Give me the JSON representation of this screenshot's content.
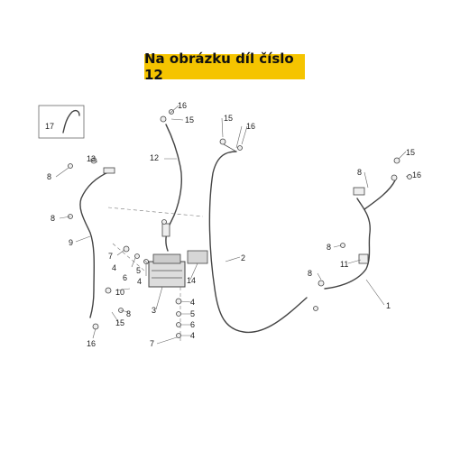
{
  "banner": {
    "text": "Na obrázku díl číslo 12",
    "background": "#f5c400"
  },
  "inset": {
    "label": "17"
  },
  "callouts": [
    "16",
    "15",
    "12",
    "15",
    "16",
    "13",
    "8",
    "8",
    "9",
    "7",
    "4",
    "6",
    "5",
    "4",
    "10",
    "15",
    "8",
    "16",
    "3",
    "4",
    "5",
    "6",
    "4",
    "7",
    "14",
    "2",
    "8",
    "11",
    "8",
    "1",
    "8",
    "15",
    "16"
  ]
}
